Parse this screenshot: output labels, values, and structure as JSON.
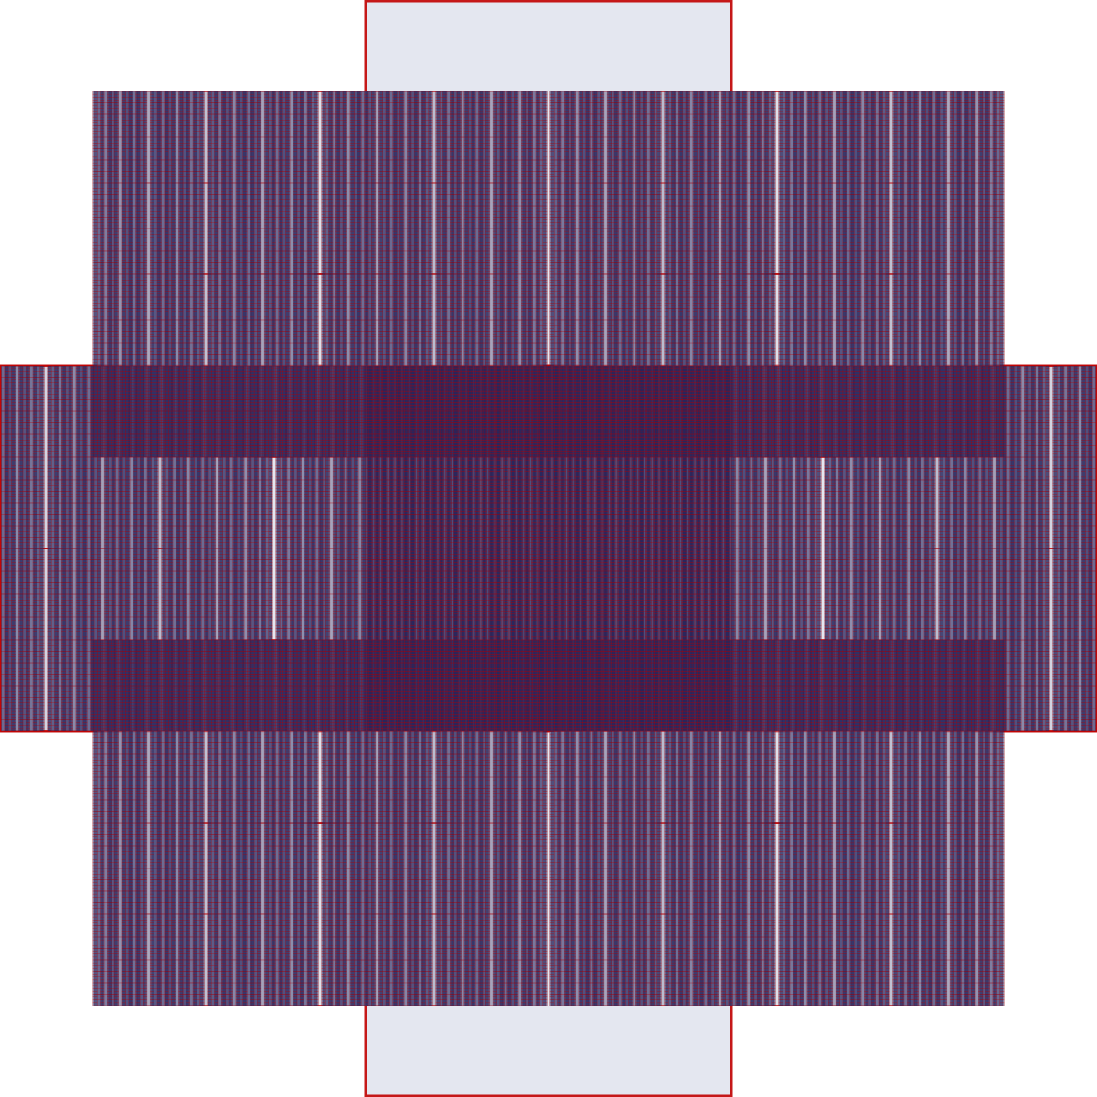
{
  "figure": {
    "kind": "fractal rectangle subdivision",
    "background": "#ffffff",
    "fill_base": "#e4e7f0",
    "fill_deep": "#22205a",
    "outline_color": "#c00000",
    "recursion_depth": 8,
    "children_per_rectangle": 4,
    "scale_ratio": 0.3333
  }
}
